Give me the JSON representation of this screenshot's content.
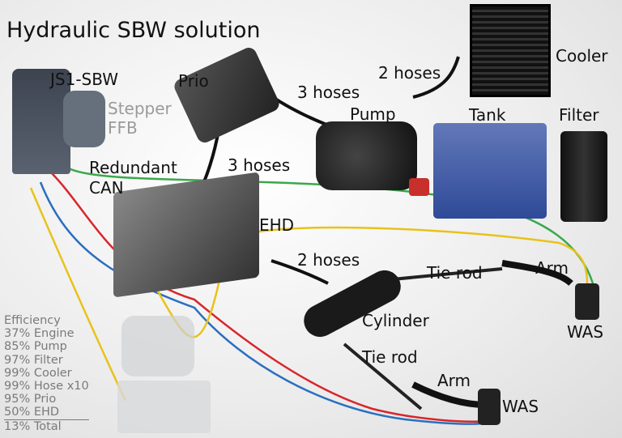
{
  "title": "Hydraulic SBW solution",
  "labels": {
    "js1": "JS1-SBW",
    "prio": "Prio",
    "stepper": "Stepper",
    "ffb": "FFB",
    "hoses_pump": "3 hoses",
    "hoses_cooler": "2 hoses",
    "cooler": "Cooler",
    "pump": "Pump",
    "tank": "Tank",
    "filter": "Filter",
    "redundant": "Redundant",
    "can": "CAN",
    "hoses_prio": "3 hoses",
    "ehd": "EHD",
    "hoses_cyl": "2 hoses",
    "tie_rod_1": "Tie rod",
    "arm_1": "Arm",
    "cylinder": "Cylinder",
    "was_1": "WAS",
    "tie_rod_2": "Tie rod",
    "arm_2": "Arm",
    "was_2": "WAS"
  },
  "efficiency": {
    "heading": "Efficiency",
    "items": [
      "37% Engine",
      "85% Pump",
      "97% Filter",
      "99% Cooler",
      "99% Hose x10",
      "95% Prio",
      "50% EHD"
    ],
    "total": "13% Total"
  },
  "colors": {
    "can_green": "#3aa84a",
    "red": "#d8262b",
    "blue": "#2a6fc0",
    "yellow": "#e8c21c"
  }
}
